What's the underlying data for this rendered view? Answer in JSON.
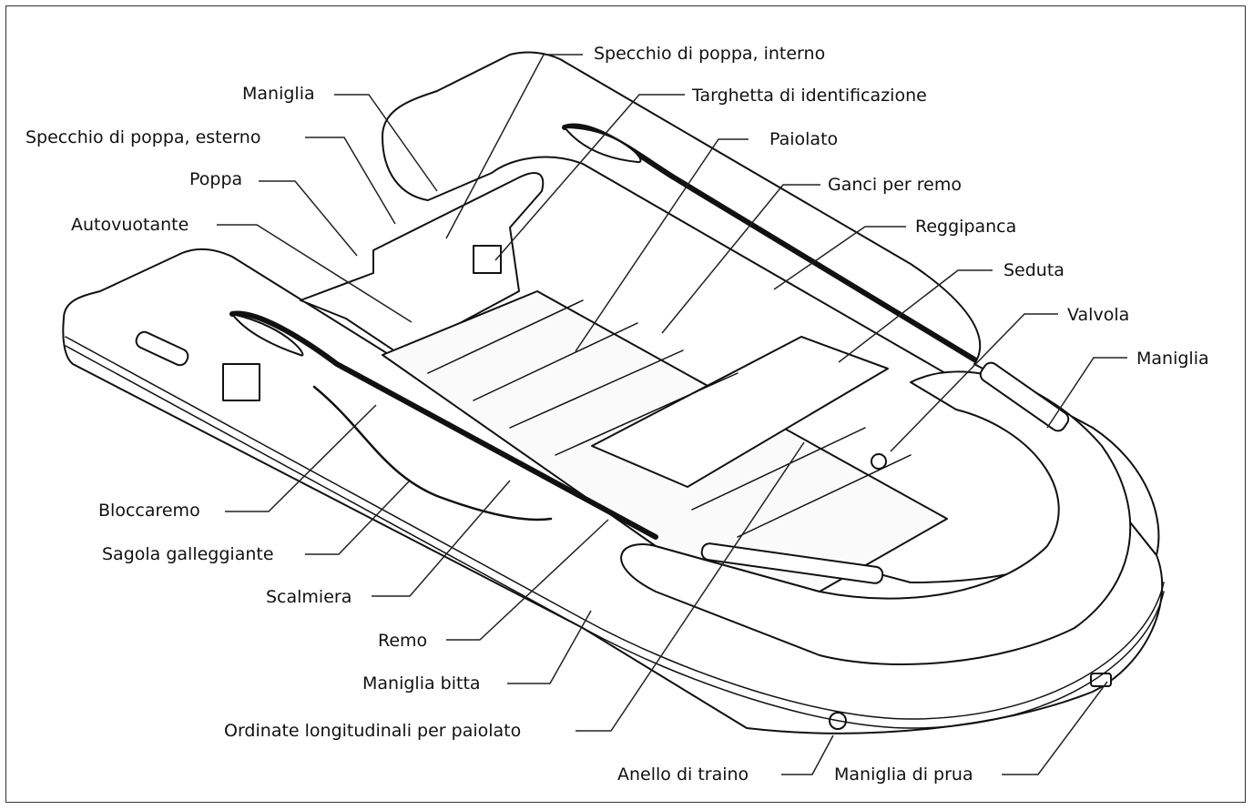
{
  "diagram": {
    "labels": {
      "specchio_poppa_interno": "Specchio di poppa, interno",
      "targhetta": "Targhetta di identificazione",
      "paiolato": "Paiolato",
      "ganci_remo": "Ganci per remo",
      "reggipanca": "Reggipanca",
      "seduta": "Seduta",
      "valvola": "Valvola",
      "maniglia_dx": "Maniglia",
      "maniglia_sx": "Maniglia",
      "specchio_poppa_esterno": "Specchio di poppa, esterno",
      "poppa": "Poppa",
      "autovuotante": "Autovuotante",
      "bloccaremo": "Bloccaremo",
      "sagola": "Sagola galleggiante",
      "scalmiera": "Scalmiera",
      "remo": "Remo",
      "maniglia_bitta": "Maniglia bitta",
      "ordinate": "Ordinate longitudinali per paiolato",
      "anello_traino": "Anello di traino",
      "maniglia_prua": "Maniglia di prua"
    }
  }
}
